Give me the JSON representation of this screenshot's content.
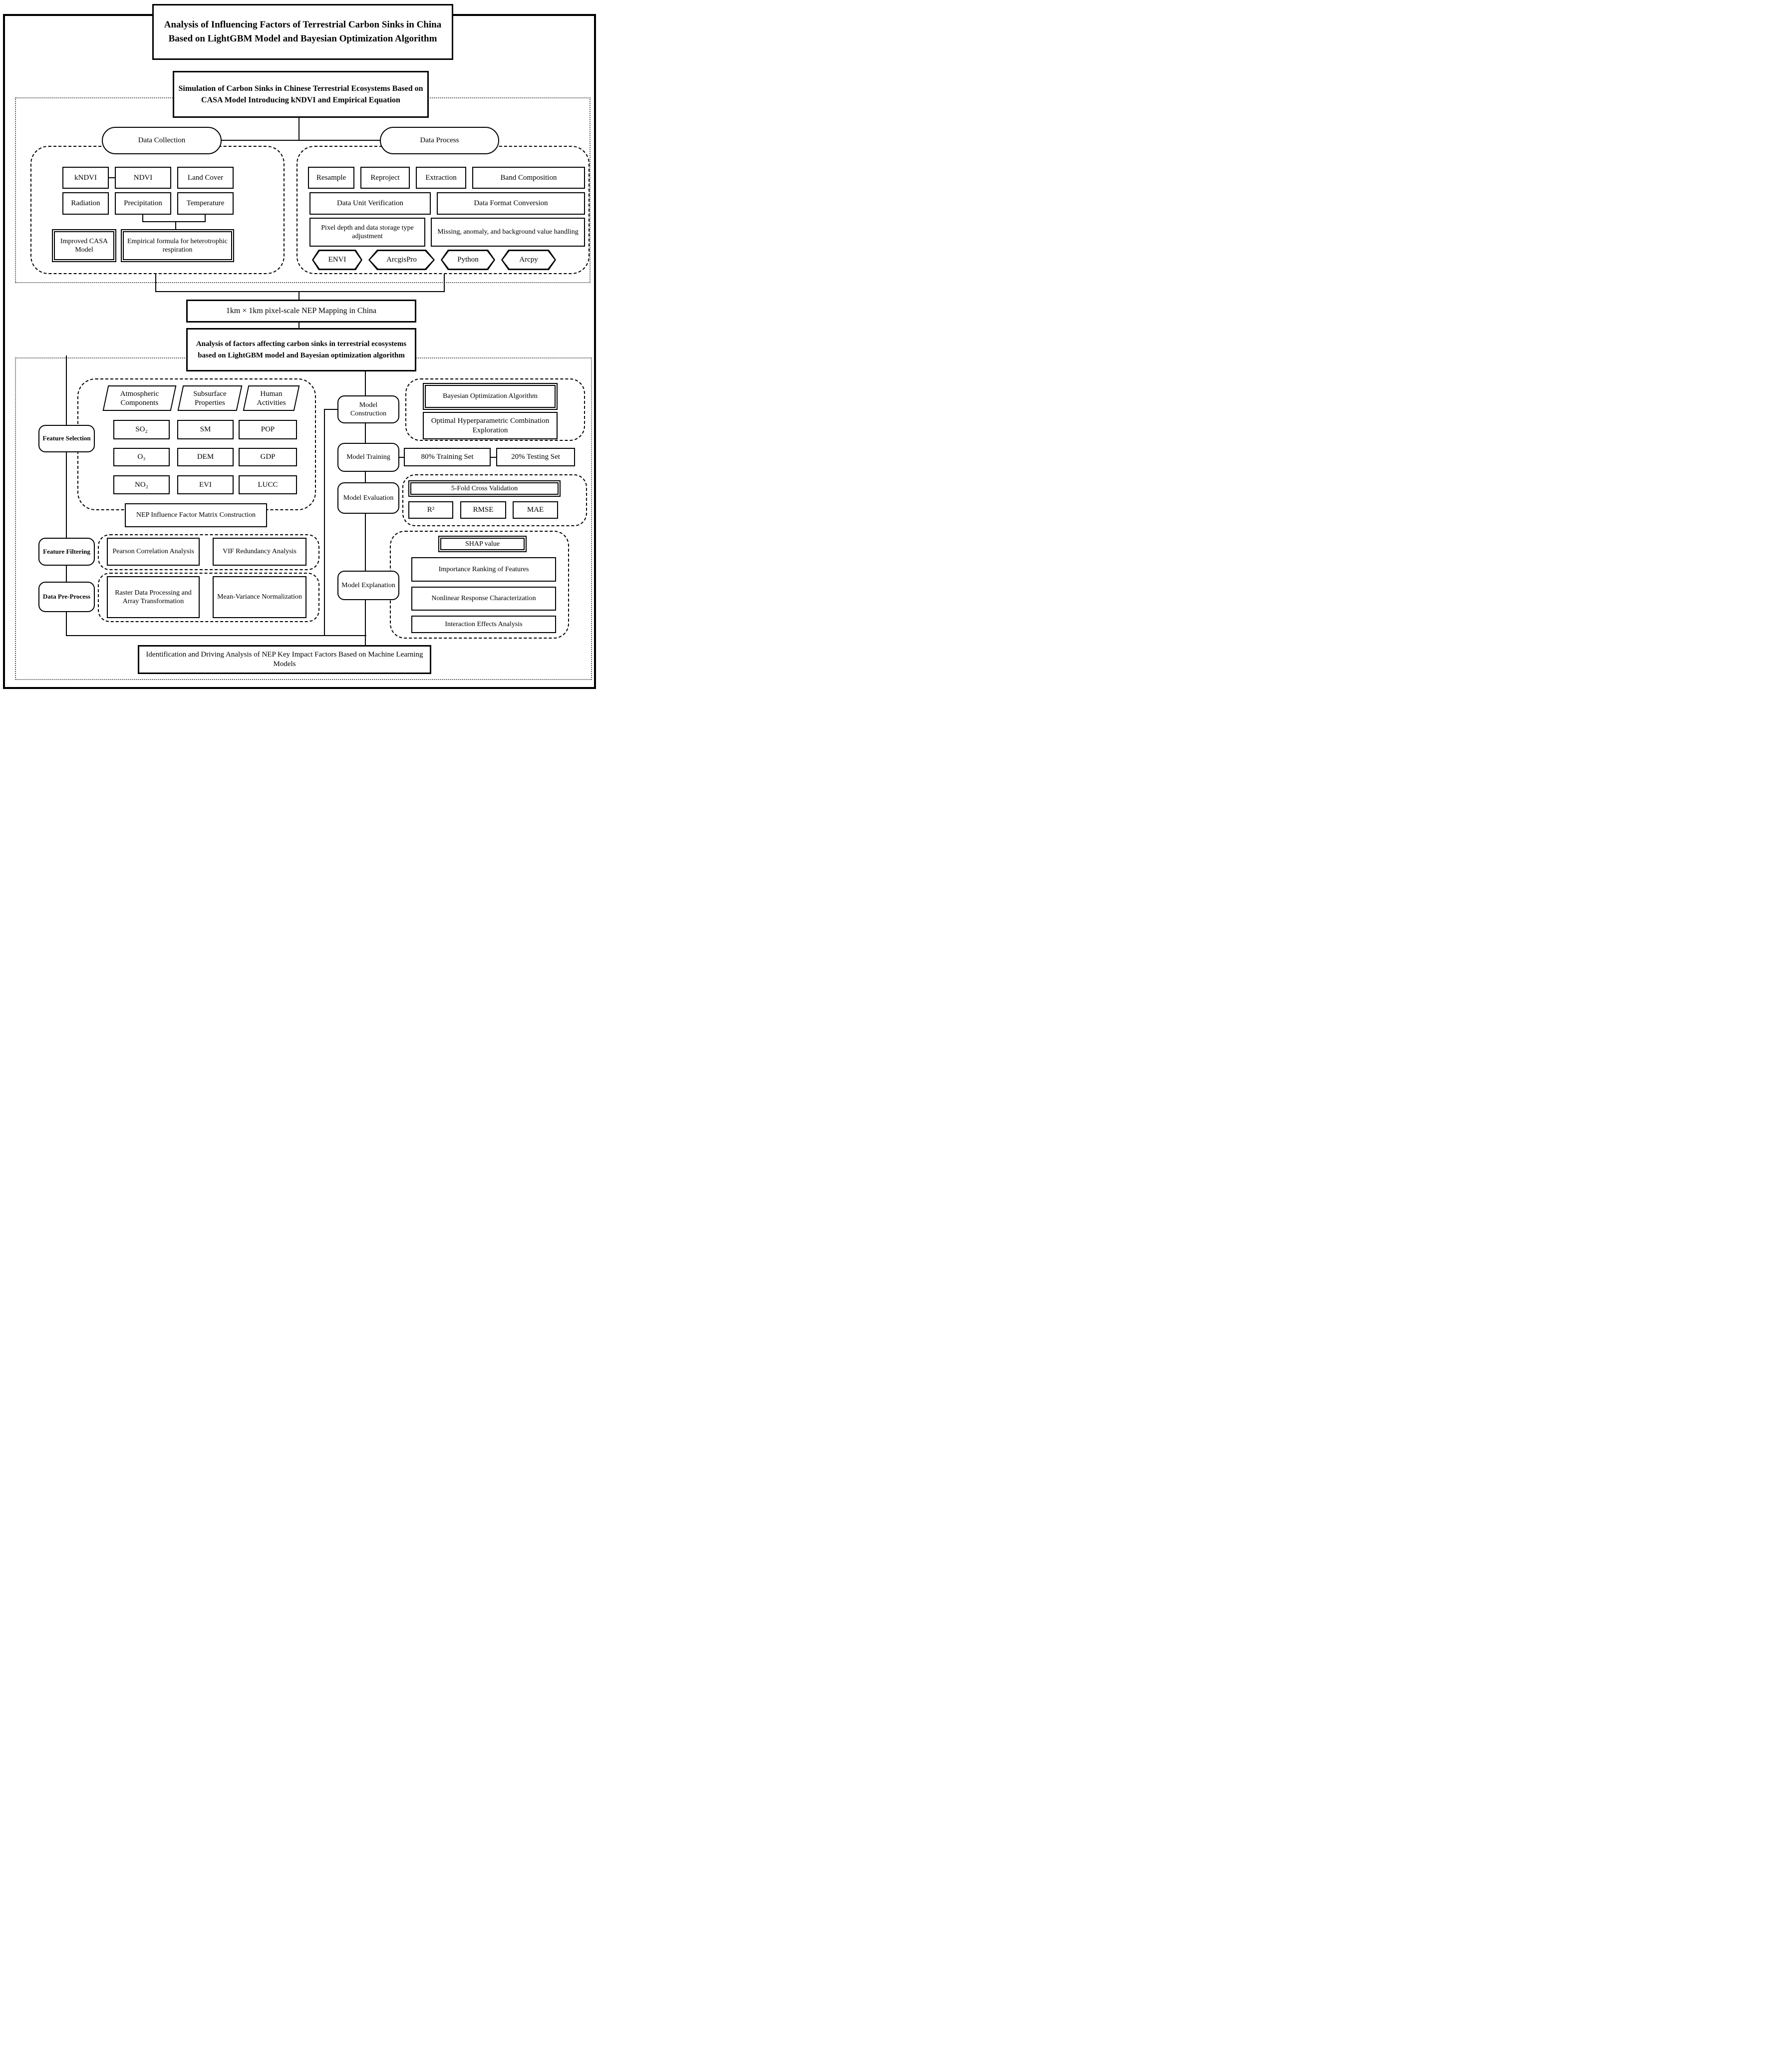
{
  "title": "Analysis of Influencing Factors of Terrestrial Carbon Sinks in China Based on LightGBM Model and Bayesian Optimization Algorithm",
  "simulation": "Simulation of Carbon Sinks in Chinese Terrestrial Ecosystems Based on CASA Model Introducing kNDVI and Empirical Equation",
  "data_collection": {
    "label": "Data Collection",
    "row1": [
      "kNDVI",
      "NDVI",
      "Land Cover"
    ],
    "row2": [
      "Radiation",
      "Precipitation",
      "Temperature"
    ],
    "outputs": [
      "Improved CASA Model",
      "Empirical formula for heterotrophic respiration"
    ]
  },
  "data_process": {
    "label": "Data Process",
    "row1": [
      "Resample",
      "Reproject",
      "Extraction",
      "Band Composition"
    ],
    "row2": [
      "Data Unit Verification",
      "Data Format Conversion"
    ],
    "row3": [
      "Pixel depth and data storage type adjustment",
      "Missing, anomaly, and background value handling"
    ],
    "tools": [
      "ENVI",
      "ArcgisPro",
      "Python",
      "Arcpy"
    ]
  },
  "nep_mapping": "1km × 1km pixel-scale NEP Mapping in China",
  "analysis": "Analysis of factors affecting carbon sinks in terrestrial ecosystems based on LightGBM model and Bayesian optimization algorithm",
  "features": {
    "categories": [
      "Atmospheric Components",
      "Subsurface Properties",
      "Human Activities"
    ],
    "grid": [
      [
        "SO₂",
        "SM",
        "POP"
      ],
      [
        "O₃",
        "DEM",
        "GDP"
      ],
      [
        "NO₂",
        "EVI",
        "LUCC"
      ]
    ],
    "matrix": "NEP Influence Factor Matrix Construction"
  },
  "left_steps": [
    "Feature Selection",
    "Feature Filtering",
    "Data Pre-Process"
  ],
  "filtering": [
    "Pearson Correlation Analysis",
    "VIF Redundancy Analysis"
  ],
  "preprocess": [
    "Raster Data Processing and Array Transformation",
    "Mean-Variance Normalization"
  ],
  "right_steps": [
    "Model Construction",
    "Model Training",
    "Model Evaluation",
    "Model Explanation"
  ],
  "construction": [
    "Bayesian Optimization Algorithm",
    "Optimal Hyperparametric Combination Exploration"
  ],
  "training": [
    "80% Training Set",
    "20% Testing Set"
  ],
  "evaluation": {
    "cv": "5-Fold Cross Validation",
    "metrics": [
      "R²",
      "RMSE",
      "MAE"
    ]
  },
  "explanation": {
    "shap": "SHAP value",
    "items": [
      "Importance Ranking of Features",
      "Nonlinear Response Characterization",
      "Interaction Effects Analysis"
    ]
  },
  "bottom": "Identification and Driving Analysis of NEP Key Impact Factors Based on Machine Learning Models"
}
